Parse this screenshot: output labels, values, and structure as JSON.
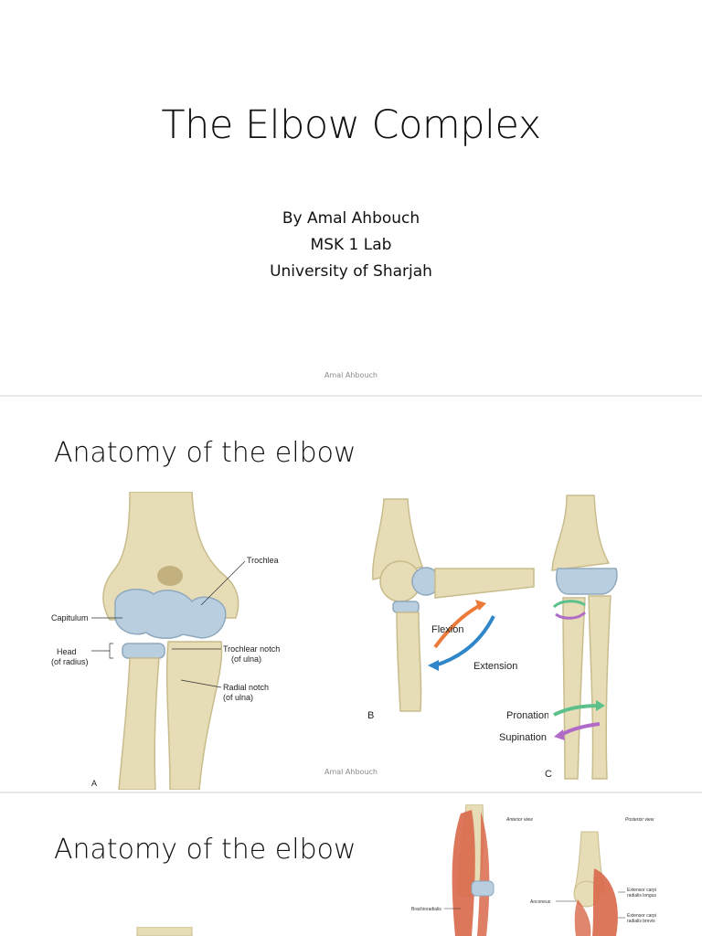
{
  "slide1": {
    "title": "The Elbow Complex",
    "author": "By Amal Ahbouch",
    "course": "MSK 1 Lab",
    "university": "University of Sharjah",
    "footer": "Amal Ahbouch"
  },
  "slide2": {
    "heading": "Anatomy of the elbow",
    "footer": "Amal Ahbouch",
    "figureA": {
      "panel_letter": "A",
      "labels": {
        "trochlea": "Trochlea",
        "capitulum": "Capitulum",
        "head": "Head",
        "of_radius": "(of radius)",
        "trochlear_notch": "Trochlear notch",
        "of_ulna_1": "(of ulna)",
        "radial_notch": "Radial notch",
        "of_ulna_2": "(of ulna)"
      }
    },
    "figureB": {
      "panel_letter": "B",
      "flexion": "Flexion",
      "extension": "Extension"
    },
    "figureC": {
      "panel_letter": "C",
      "pronation": "Pronation",
      "supination": "Supination"
    },
    "colors": {
      "bone": "#e6dcb6",
      "bone_shadow": "#c9bc8c",
      "cartilage": "#b9cfe0",
      "flexion_arrow": "#ee7a3a",
      "extension_arrow": "#2f86c9",
      "pronation_arrow": "#5cc08a",
      "supination_arrow": "#b06ac8"
    }
  },
  "slide3": {
    "heading": "Anatomy of the elbow",
    "labels": {
      "anterior_view": "Anterior view",
      "posterior_view": "Posterior view",
      "brachioradialis": "Brachioradialis",
      "anconeus": "Anconeus",
      "ecrl_1": "Extensor carpi",
      "ecrl_2": "radialis longus",
      "ecrb_1": "Extensor carpi",
      "ecrb_2": "radialis brevis"
    },
    "colors": {
      "muscle": "#d9684a",
      "bone": "#e6dcb6"
    }
  }
}
